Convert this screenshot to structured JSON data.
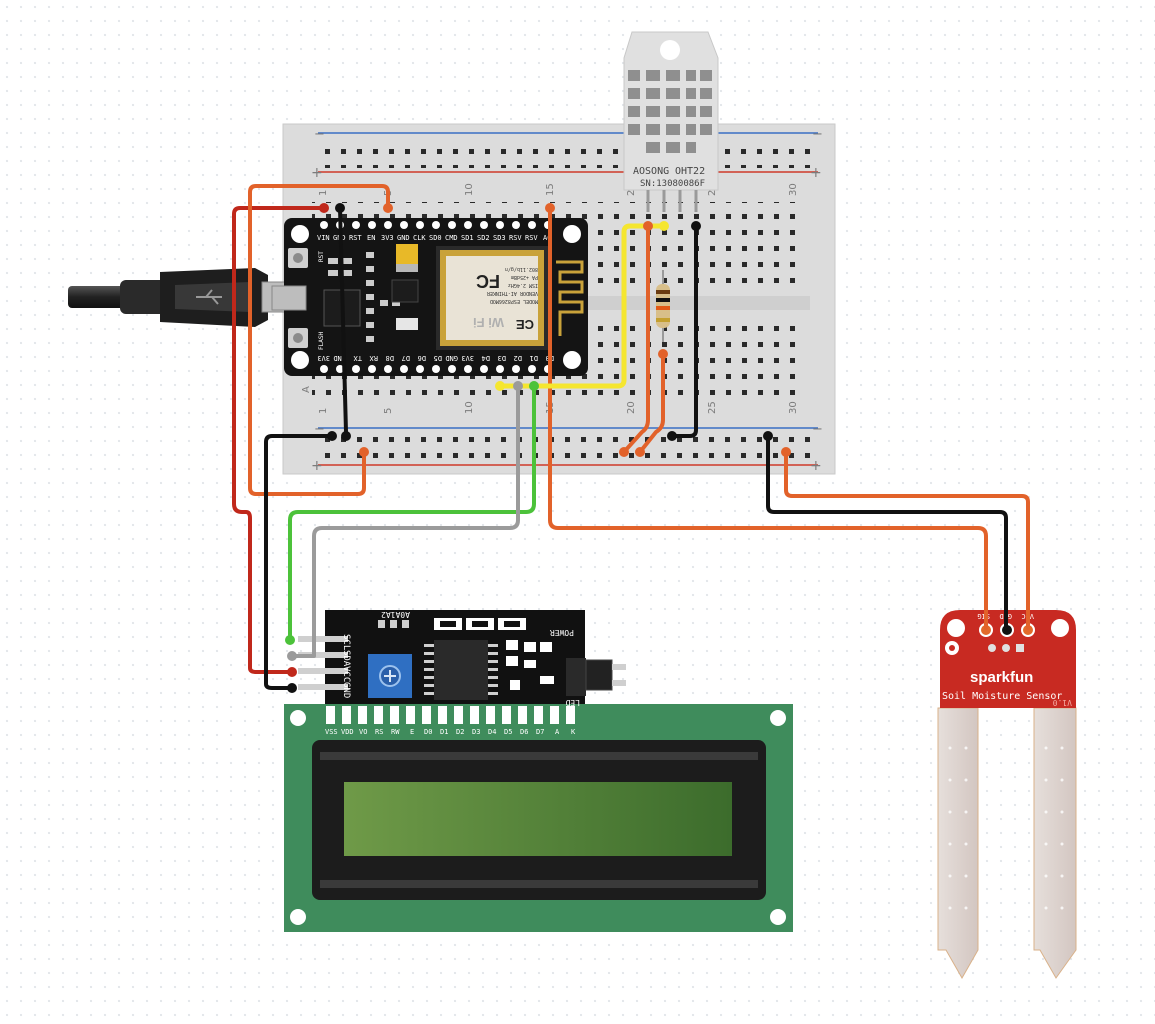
{
  "breadboard": {
    "rail_minus": "−",
    "rail_plus": "+",
    "col_numbers_top": [
      "1",
      "5",
      "10",
      "15",
      "20",
      "25",
      "30"
    ],
    "col_numbers_bottom": [
      "1",
      "5",
      "10",
      "15",
      "20",
      "25",
      "30"
    ],
    "row_letter": "A"
  },
  "nodemcu": {
    "top_pins": [
      "VIN",
      "GND",
      "RST",
      "EN",
      "3V3",
      "GND",
      "CLK",
      "SD0",
      "CMD",
      "SD1",
      "SD2",
      "SD3",
      "RSV",
      "RSV",
      "A0"
    ],
    "bottom_pins": [
      "3V3",
      "GND",
      "TX",
      "RX",
      "D8",
      "D7",
      "D6",
      "D5",
      "GND",
      "3V3",
      "D4",
      "D3",
      "D2",
      "D1",
      "D0"
    ],
    "button_rst": "RST",
    "button_flash": "FLASH",
    "module_model": "MODEL ESP8266MOD",
    "module_vendor": "VENDOR AI-THINKER",
    "module_ism": "ISM 2.4GHz",
    "module_pa": "PA +25dBm",
    "module_std": "802.11b/g/n",
    "fcc": "FC",
    "wifi": "Wi Fi",
    "ce": "CE"
  },
  "dht22": {
    "brand": "AOSONG",
    "model": "OHT22",
    "serial": "SN:13080086F"
  },
  "i2c_backpack": {
    "pins": [
      "SCL",
      "SDA",
      "VCC",
      "GND"
    ],
    "addr": "A0A1A2",
    "power": "POWER",
    "led": "LED"
  },
  "lcd": {
    "pins": [
      "VSS",
      "VDD",
      "VO",
      "RS",
      "RW",
      "E",
      "D0",
      "D1",
      "D2",
      "D3",
      "D4",
      "D5",
      "D6",
      "D7",
      "A",
      "K"
    ]
  },
  "soil_sensor": {
    "pins": [
      "SIG",
      "GND",
      "VCC"
    ],
    "brand": "sparkfun",
    "name": "Soil Moisture Sensor",
    "version": "V1.0"
  },
  "colors": {
    "wire_red": "#c0281b",
    "wire_orange": "#e2622a",
    "wire_black": "#111111",
    "wire_yellow": "#f5e630",
    "wire_green": "#4cc23a",
    "wire_grey": "#9b9b9b",
    "breadboard": "#dcdcdc",
    "pcb_black": "#141414",
    "lcd_green_pcb": "#3f8c5c",
    "lcd_screen": "#3f6f32",
    "sparkfun_red": "#c82a22"
  }
}
